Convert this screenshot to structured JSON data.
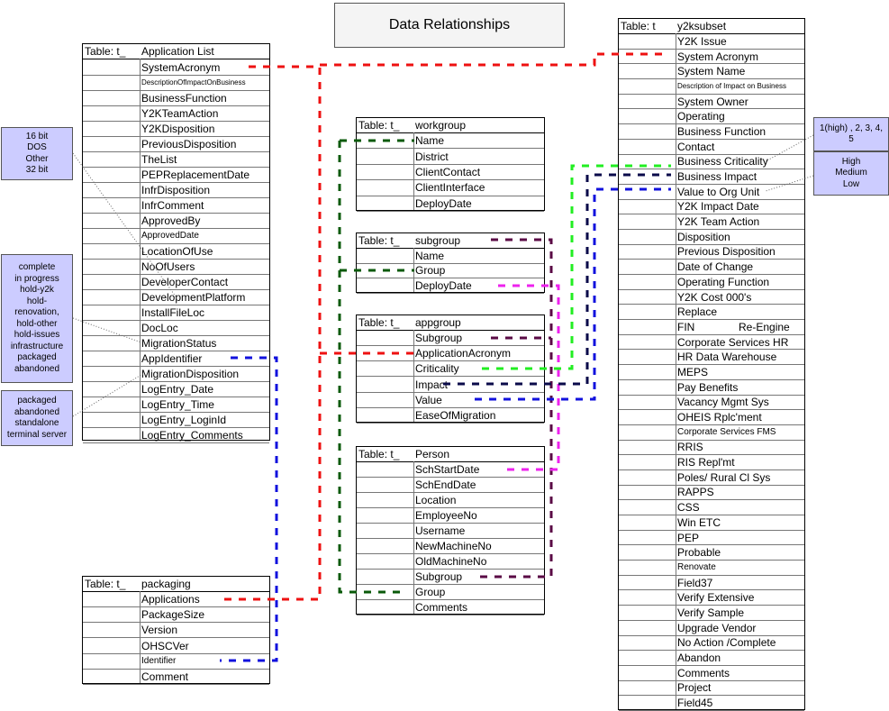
{
  "title": "Data Relationships",
  "colors": {
    "red": "#ee1111",
    "blue": "#1111dd",
    "green": "#0a5a0a",
    "lime": "#22ee22",
    "purple": "#5a0a45",
    "magenta": "#ee22ee",
    "navy": "#0a0a4a",
    "note_fill": "#ccccff"
  },
  "tables": {
    "application_list": {
      "label": "Table: t_",
      "name": "Application List",
      "fields": [
        "SystemAcronym",
        "DescriptionOfImpactOnBusiness",
        "BusinessFunction",
        "Y2KTeamAction",
        "Y2KDisposition",
        "PreviousDisposition",
        "TheList",
        "PEPReplacementDate",
        "InfrDisposition",
        "InfrComment",
        "ApprovedBy",
        "ApprovedDate",
        "LocationOfUse",
        "NoOfUsers",
        "DeveloperContact",
        "DevelopmentPlatform",
        "InstallFileLoc",
        "DocLoc",
        "MigrationStatus",
        "AppIdentifier",
        "MigrationDisposition",
        "LogEntry_Date",
        "LogEntry_Time",
        "LogEntry_LoginId",
        "LogEntry_Comments"
      ]
    },
    "packaging": {
      "label": "Table: t_",
      "name": "packaging",
      "fields": [
        "Applications",
        "PackageSize",
        "Version",
        "OHSCVer",
        "Identifier",
        "Comment"
      ]
    },
    "workgroup": {
      "label": "Table: t_",
      "name": "workgroup",
      "fields": [
        "Name",
        "District",
        "ClientContact",
        "ClientInterface",
        "DeployDate"
      ]
    },
    "subgroup": {
      "label": "Table: t_",
      "name": "subgroup",
      "fields": [
        "Name",
        "Group",
        "DeployDate"
      ]
    },
    "appgroup": {
      "label": "Table: t_",
      "name": "appgroup",
      "fields": [
        "Subgroup",
        "ApplicationAcronym",
        "Criticality",
        "Impact",
        "Value",
        "EaseOfMigration"
      ]
    },
    "person": {
      "label": "Table: t_",
      "name": "Person",
      "fields": [
        "SchStartDate",
        "SchEndDate",
        "Location",
        "EmployeeNo",
        "Username",
        "NewMachineNo",
        "OldMachineNo",
        "Subgroup",
        "Group",
        "Comments"
      ]
    },
    "y2ksubset": {
      "label": "Table: t",
      "name": "y2ksubset",
      "fields": [
        "Y2K Issue",
        "System Acronym",
        "System Name",
        "Description of Impact on Business",
        "System Owner",
        "Operating",
        "Business Function",
        "Contact",
        "Business Criticality",
        "Business Impact",
        "Value to Org Unit",
        "Y2K Impact Date",
        "Y2K Team Action",
        "Disposition",
        "Previous Disposition",
        "Date of Change",
        "Operating Function",
        "Y2K Cost 000's",
        "Replace",
        "FIN",
        "Corporate Services HR",
        "HR Data Warehouse",
        "MEPS",
        "Pay Benefits",
        "Vacancy Mgmt Sys",
        "OHEIS Rplc'ment",
        "Corporate Services FMS",
        "RRIS",
        "RIS Repl'mt",
        "Poles/ Rural Cl Sys",
        "RAPPS",
        "CSS",
        "Win ETC",
        "PEP",
        "Probable",
        "Renovate",
        "Field37",
        "Verify Extensive",
        "Verify Sample",
        "Upgrade Vendor",
        "No Action /Complete",
        "Abandon",
        "Comments",
        "Project",
        "Field45"
      ],
      "fin_extra": "Re-Engine"
    }
  },
  "notes": {
    "platform": [
      "16 bit",
      "DOS",
      "Other",
      "32 bit"
    ],
    "status": [
      "complete",
      "in progress",
      "hold-y2k",
      "hold-",
      "renovation,",
      "hold-other",
      "hold-issues",
      "infrastructure",
      "packaged",
      "abandoned"
    ],
    "disposition": [
      "packaged",
      "abandoned",
      "standalone",
      "terminal server"
    ],
    "criticality": [
      "1(high) , 2, 3, 4,",
      "5"
    ],
    "impact": [
      "High",
      "Medium",
      "Low"
    ]
  }
}
